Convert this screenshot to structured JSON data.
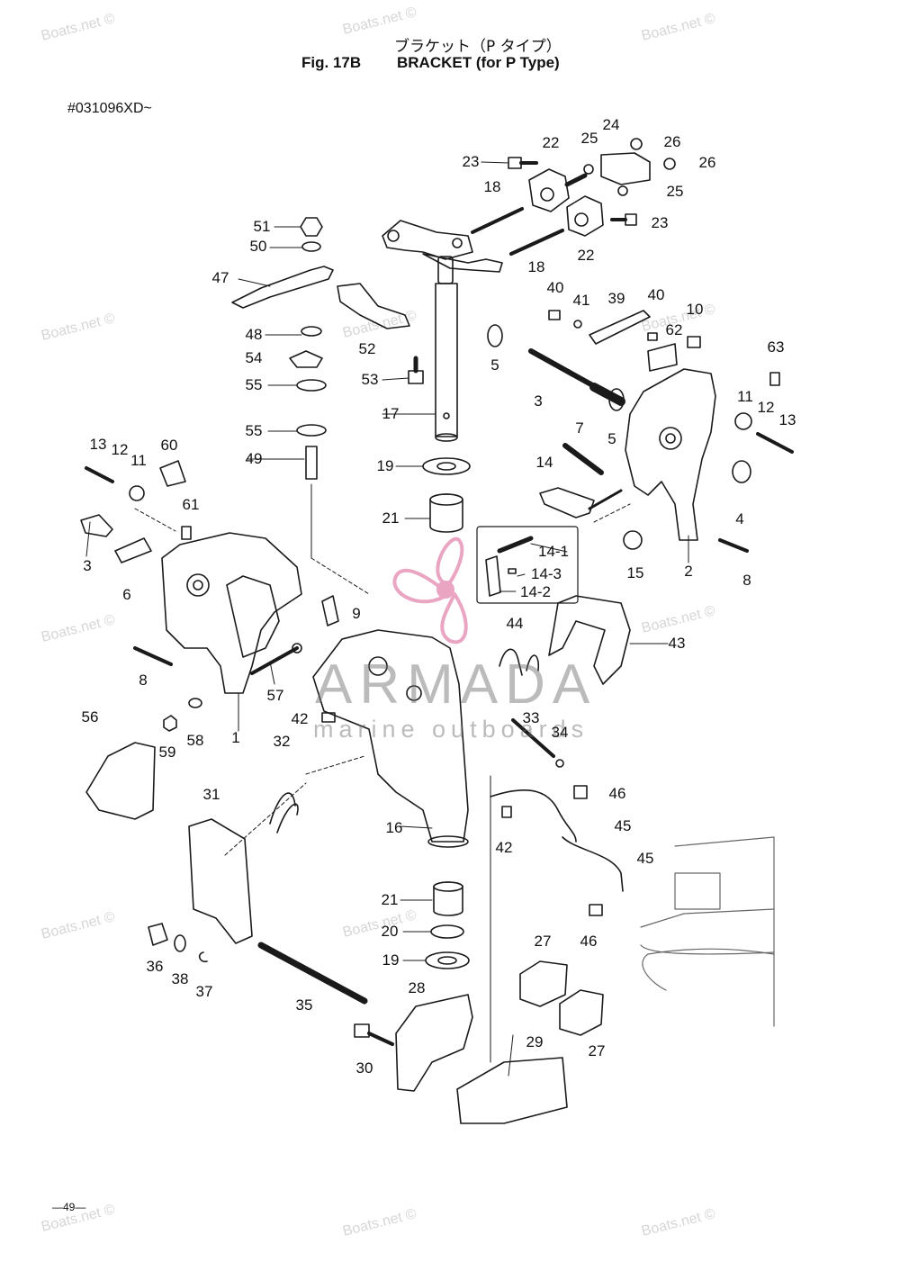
{
  "header": {
    "title_jp": "ブラケット（P タイプ）",
    "fig_label": "Fig. 17B",
    "fig_title": "BRACKET (for P Type)",
    "serial": "#031096XD~"
  },
  "footer": {
    "page": "—49—"
  },
  "watermarks": {
    "text": "Boats.net ©",
    "logo_name": "ARMADA",
    "logo_tagline": "marine outboards"
  },
  "callouts": [
    "23",
    "22",
    "25",
    "24",
    "26",
    "26",
    "18",
    "25",
    "23",
    "22",
    "18",
    "51",
    "50",
    "47",
    "48",
    "54",
    "55",
    "55",
    "49",
    "52",
    "53",
    "5",
    "17",
    "19",
    "21",
    "40",
    "41",
    "39",
    "40",
    "62",
    "10",
    "63",
    "3",
    "5",
    "11",
    "12",
    "13",
    "7",
    "14",
    "4",
    "2",
    "15",
    "8",
    "13",
    "12",
    "11",
    "60",
    "61",
    "3",
    "6",
    "14-1",
    "14-3",
    "14-2",
    "9",
    "8",
    "57",
    "1",
    "59",
    "58",
    "42",
    "56",
    "44",
    "43",
    "33",
    "34",
    "32",
    "31",
    "16",
    "46",
    "45",
    "42",
    "45",
    "46",
    "21",
    "20",
    "19",
    "36",
    "38",
    "37",
    "35",
    "27",
    "28",
    "27",
    "29",
    "30"
  ],
  "colors": {
    "ink": "#1a1a1a",
    "watermark": "#d6d6d6",
    "propeller": "#e07fa8",
    "logo": "#6b6b6b"
  }
}
